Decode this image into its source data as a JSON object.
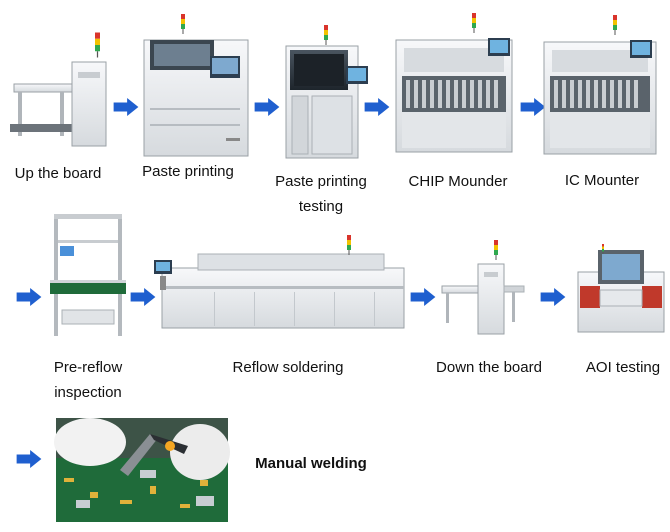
{
  "steps": [
    {
      "id": "up-the-board",
      "label": "Up the board"
    },
    {
      "id": "paste-printing",
      "label": "Paste printing"
    },
    {
      "id": "paste-printing-testing",
      "label": "Paste printing\ntesting"
    },
    {
      "id": "chip-mounder",
      "label": "CHIP Mounder"
    },
    {
      "id": "ic-mounter",
      "label": "IC Mounter"
    },
    {
      "id": "pre-reflow-inspection",
      "label": "Pre-reflow\ninspection"
    },
    {
      "id": "reflow-soldering",
      "label": "Reflow soldering"
    },
    {
      "id": "down-the-board",
      "label": "Down the board"
    },
    {
      "id": "aoi-testing",
      "label": "AOI testing"
    },
    {
      "id": "manual-welding",
      "label": "Manual welding"
    }
  ],
  "colors": {
    "arrow": "#1f5fcf",
    "machine_body": "#e9ecef",
    "machine_edge": "#9aa0a6",
    "screen": "#2c3e50",
    "signal_red": "#d9342b",
    "signal_yellow": "#f2c200",
    "signal_green": "#2fa84f",
    "pcb_green": "#1f6b3a"
  }
}
